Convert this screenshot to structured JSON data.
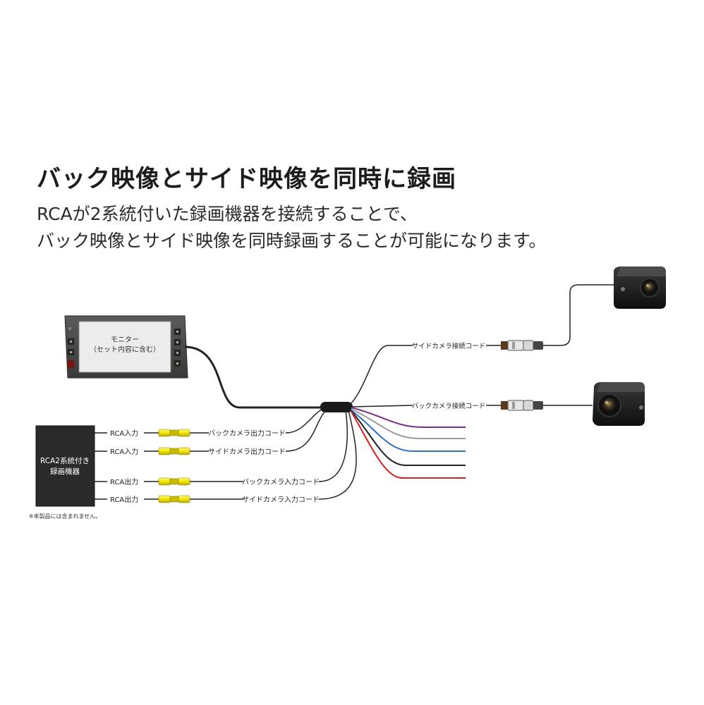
{
  "heading": "バック映像とサイド映像を同時に録画",
  "description": [
    "RCAが2系統付いた録画機器を接続することで、",
    "バック映像とサイド映像を同時録画することが可能になります。"
  ],
  "monitor": {
    "label_line1": "モニター",
    "label_line2": "（セット内容に含む）"
  },
  "recorder": {
    "label_line1": "RCA2系統付き",
    "label_line2": "録画機器",
    "note": "※本製品には含まれません。",
    "ports": [
      {
        "port": "RCA入力",
        "cable": "バックカメラ出力コード"
      },
      {
        "port": "RCA入力",
        "cable": "サイドカメラ出力コード"
      },
      {
        "port": "RCA出力",
        "cable": "バックカメラ入力コード"
      },
      {
        "port": "RCA出力",
        "cable": "サイドカメラ入力コード"
      }
    ]
  },
  "camera_cables": {
    "side": "サイドカメラ接続コード",
    "back": "バックカメラ接続コード"
  },
  "colors": {
    "wire_purple": "#7b2d8e",
    "wire_gray": "#9a9a9a",
    "wire_blue": "#2f6fc4",
    "wire_black": "#222222",
    "wire_red": "#d62020",
    "rca_yellow": "#f2e600"
  }
}
